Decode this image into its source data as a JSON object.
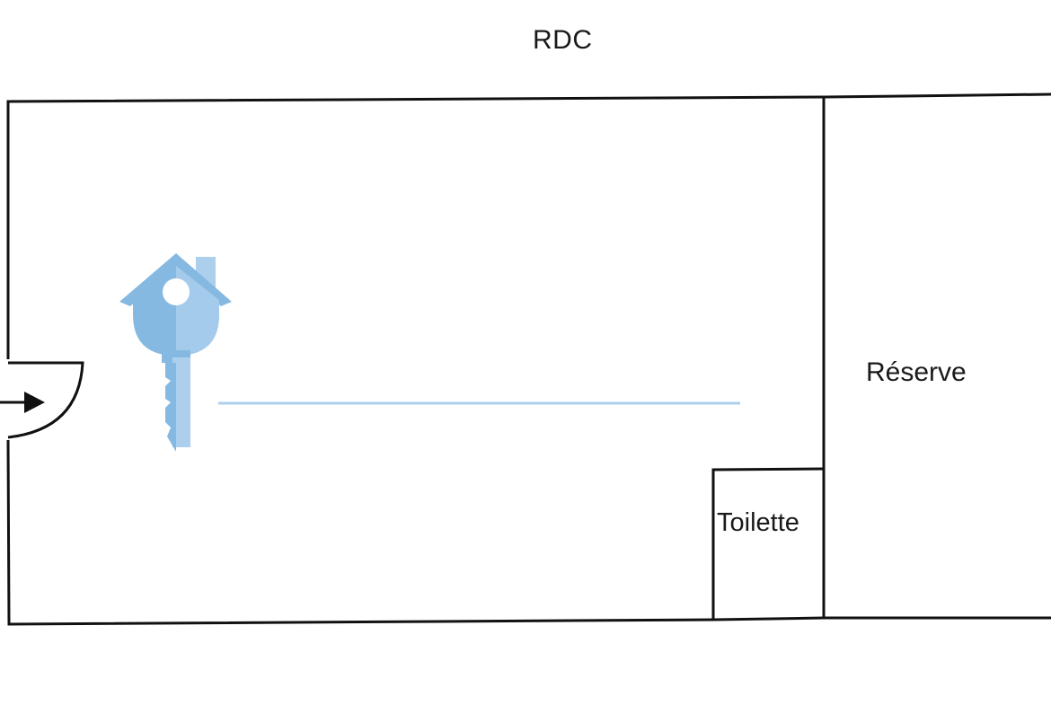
{
  "floor": {
    "title": "RDC"
  },
  "rooms": {
    "reserve": "Réserve",
    "toilet": "Toilette"
  },
  "icons": {
    "entrance": "arrow-right-icon",
    "watermark": "house-key-icon"
  },
  "colors": {
    "wall": "#111111",
    "watermark": "#7fb6e0",
    "watermark_light": "#a9cdee"
  }
}
